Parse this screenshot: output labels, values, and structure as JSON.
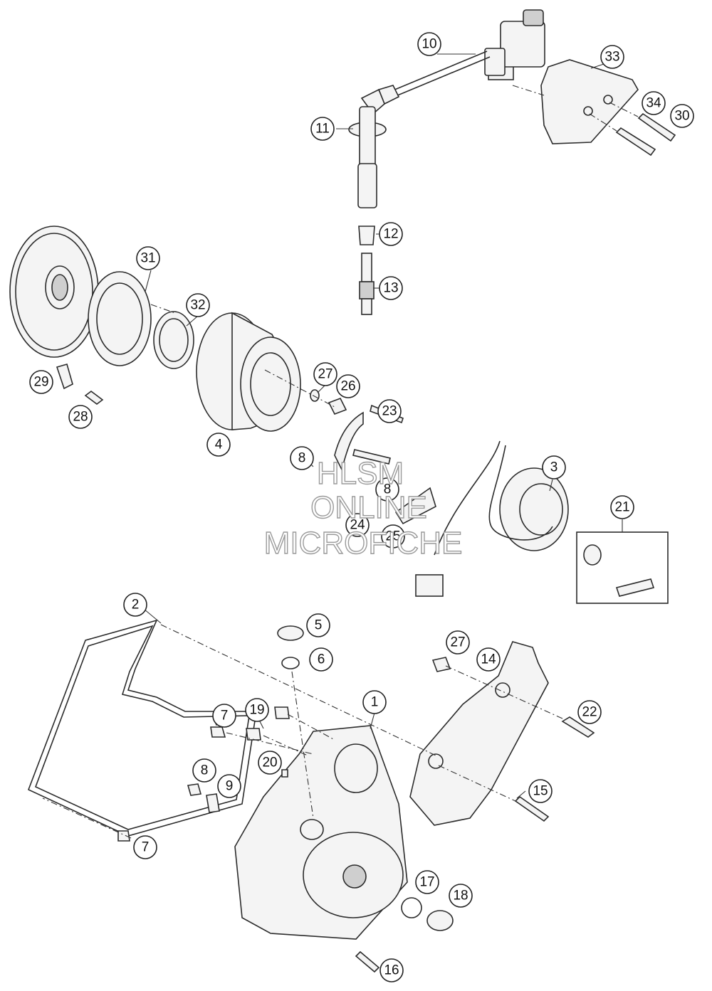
{
  "callouts": [
    {
      "label": "10"
    },
    {
      "label": "33"
    },
    {
      "label": "34"
    },
    {
      "label": "30"
    },
    {
      "label": "11"
    },
    {
      "label": "12"
    },
    {
      "label": "13"
    },
    {
      "label": "31"
    },
    {
      "label": "32"
    },
    {
      "label": "27"
    },
    {
      "label": "26"
    },
    {
      "label": "29"
    },
    {
      "label": "28"
    },
    {
      "label": "23"
    },
    {
      "label": "4"
    },
    {
      "label": "8"
    },
    {
      "label": "3"
    },
    {
      "label": "8"
    },
    {
      "label": "24"
    },
    {
      "label": "25"
    },
    {
      "label": "21"
    },
    {
      "label": "2"
    },
    {
      "label": "5"
    },
    {
      "label": "6"
    },
    {
      "label": "27"
    },
    {
      "label": "14"
    },
    {
      "label": "1"
    },
    {
      "label": "7"
    },
    {
      "label": "19"
    },
    {
      "label": "22"
    },
    {
      "label": "20"
    },
    {
      "label": "8"
    },
    {
      "label": "9"
    },
    {
      "label": "15"
    },
    {
      "label": "7"
    },
    {
      "label": "17"
    },
    {
      "label": "18"
    },
    {
      "label": "16"
    }
  ],
  "watermark": {
    "line1": "HLSM",
    "line2": "ONLINE",
    "line3": "MICROFICHE"
  }
}
